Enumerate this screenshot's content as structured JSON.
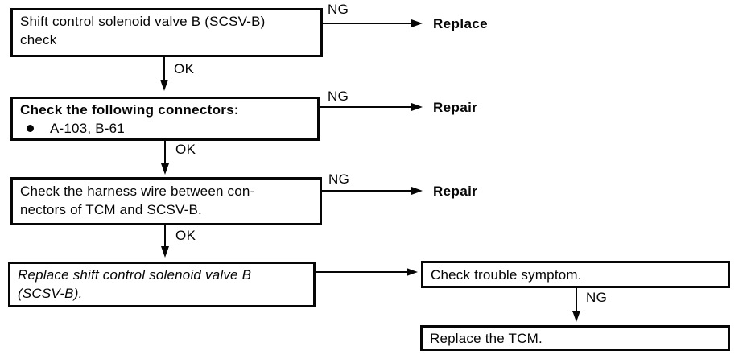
{
  "palette": {
    "ink": "#060606",
    "paper": "#ffffff"
  },
  "labels": {
    "ok": "OK",
    "ng": "NG"
  },
  "actions": {
    "replace": "Replace",
    "repair": "Repair"
  },
  "boxes": {
    "scsv_check": {
      "line1": "Shift control solenoid valve B (SCSV-B)",
      "line2": "check"
    },
    "connectors": {
      "title": "Check the following connectors:",
      "bullet": "",
      "item": "A-103, B-61"
    },
    "harness": {
      "line1": "Check the harness wire between con-",
      "line2": "nectors of TCM and SCSV-B."
    },
    "replace_valve": {
      "line1": "Replace shift control solenoid valve B",
      "line2": "(SCSV-B)."
    },
    "symptom": {
      "line1": "Check trouble symptom."
    },
    "replace_tcm": {
      "line1": "Replace the TCM."
    }
  }
}
